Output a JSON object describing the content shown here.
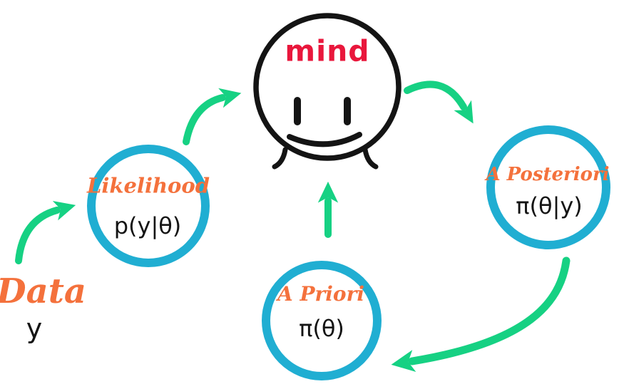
{
  "colors": {
    "arrow": "#16d183",
    "circle-border": "#20aed2",
    "script": "#f4713c",
    "mind": "#e9173c",
    "ink": "#141414"
  },
  "head": {
    "label": "mind"
  },
  "nodes": {
    "likelihood": {
      "name": "Likelihood",
      "formula": "p(y|θ)"
    },
    "posterior": {
      "name": "A Posteriori",
      "formula": "π(θ|y)"
    },
    "prior": {
      "name": "A Priori",
      "formula": "π(θ)"
    }
  },
  "data": {
    "name": "Data",
    "formula": "y"
  }
}
